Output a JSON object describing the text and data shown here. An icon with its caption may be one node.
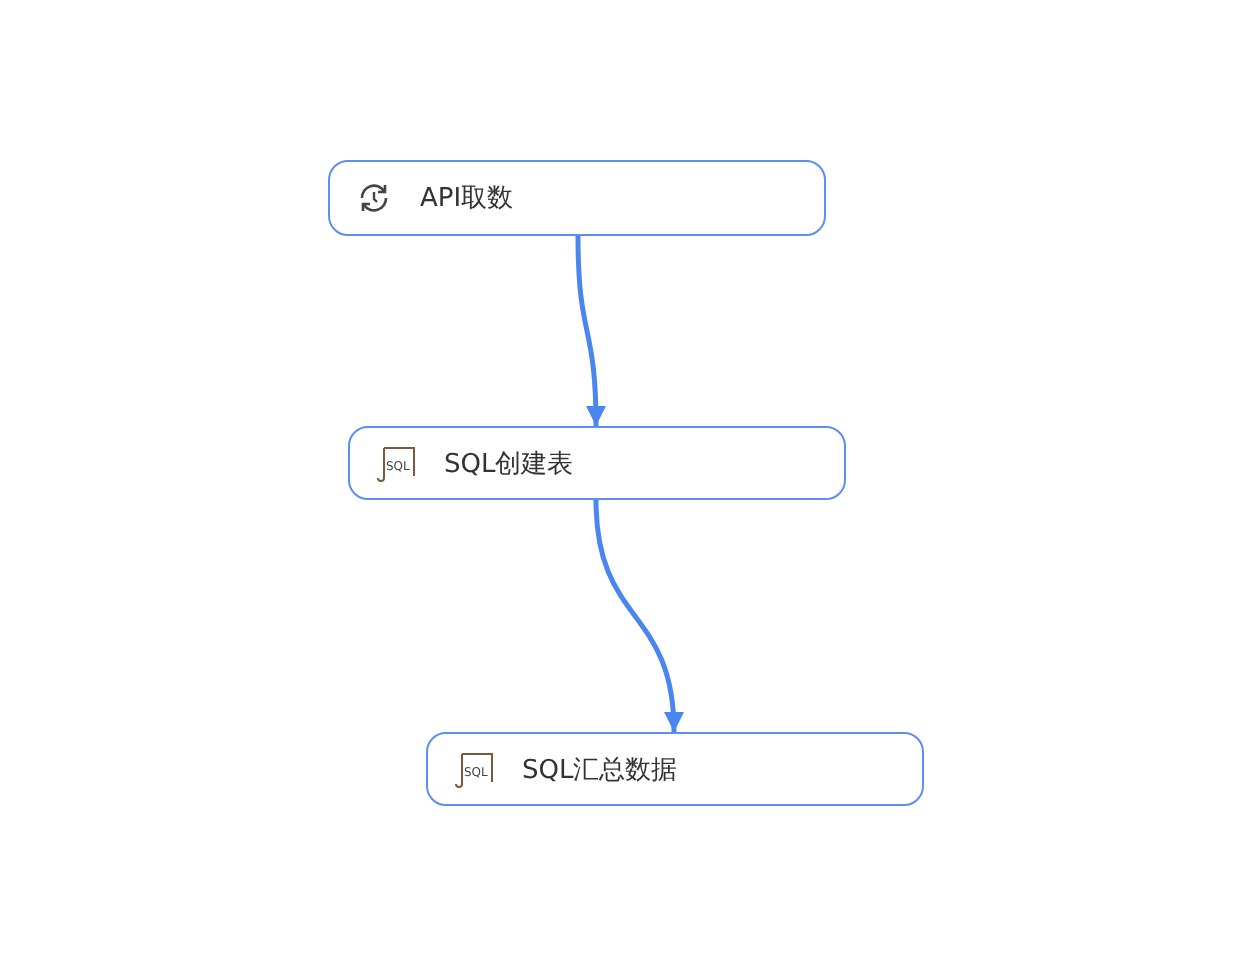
{
  "diagram": {
    "nodes": [
      {
        "text": [
          "API取数"
        ]
      },
      {
        "text": [
          "SQL创建表"
        ]
      },
      {
        "text": [
          "SQL汇总数据"
        ]
      }
    ],
    "edges": [
      {
        "from": 0,
        "to": 1,
        "arrow": "to"
      },
      {
        "from": 1,
        "to": 2,
        "arrow": "to"
      }
    ],
    "labels": [
      "SQL",
      "SQL"
    ]
  }
}
